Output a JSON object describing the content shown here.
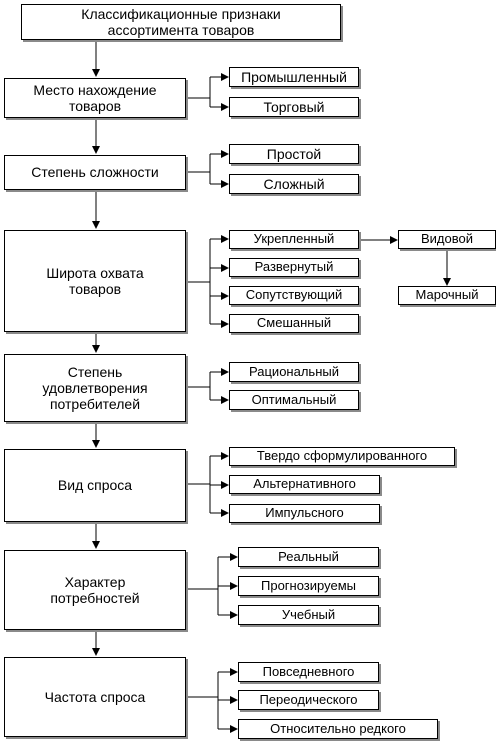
{
  "title": {
    "line1": "Классификационные признаки",
    "line2": "ассортимента товаров"
  },
  "groups": [
    {
      "label": [
        "Место нахождение",
        "товаров"
      ],
      "items": [
        "Промышленный",
        "Торговый"
      ]
    },
    {
      "label": [
        "Степень сложности"
      ],
      "items": [
        "Простой",
        "Сложный"
      ]
    },
    {
      "label": [
        "Широта охвата",
        "товаров"
      ],
      "items": [
        "Укрепленный",
        "Развернутый",
        "Сопутствующий",
        "Смешанный"
      ]
    },
    {
      "label": [
        "Степень",
        "удовлетворения",
        "потребителей"
      ],
      "items": [
        "Рациональный",
        "Оптимальный"
      ]
    },
    {
      "label": [
        "Вид спроса"
      ],
      "items": [
        "Твердо сформулированного",
        "Альтернативного",
        "Импульсного"
      ]
    },
    {
      "label": [
        "Характер",
        "потребностей"
      ],
      "items": [
        "Реальный",
        "Прогнозируемы",
        "Учебный"
      ]
    },
    {
      "label": [
        "Частота спроса"
      ],
      "items": [
        "Повседневного",
        "Переодического",
        "Относительно редкого"
      ]
    }
  ],
  "sub": {
    "top": "Видовой",
    "bottom": "Марочный"
  }
}
